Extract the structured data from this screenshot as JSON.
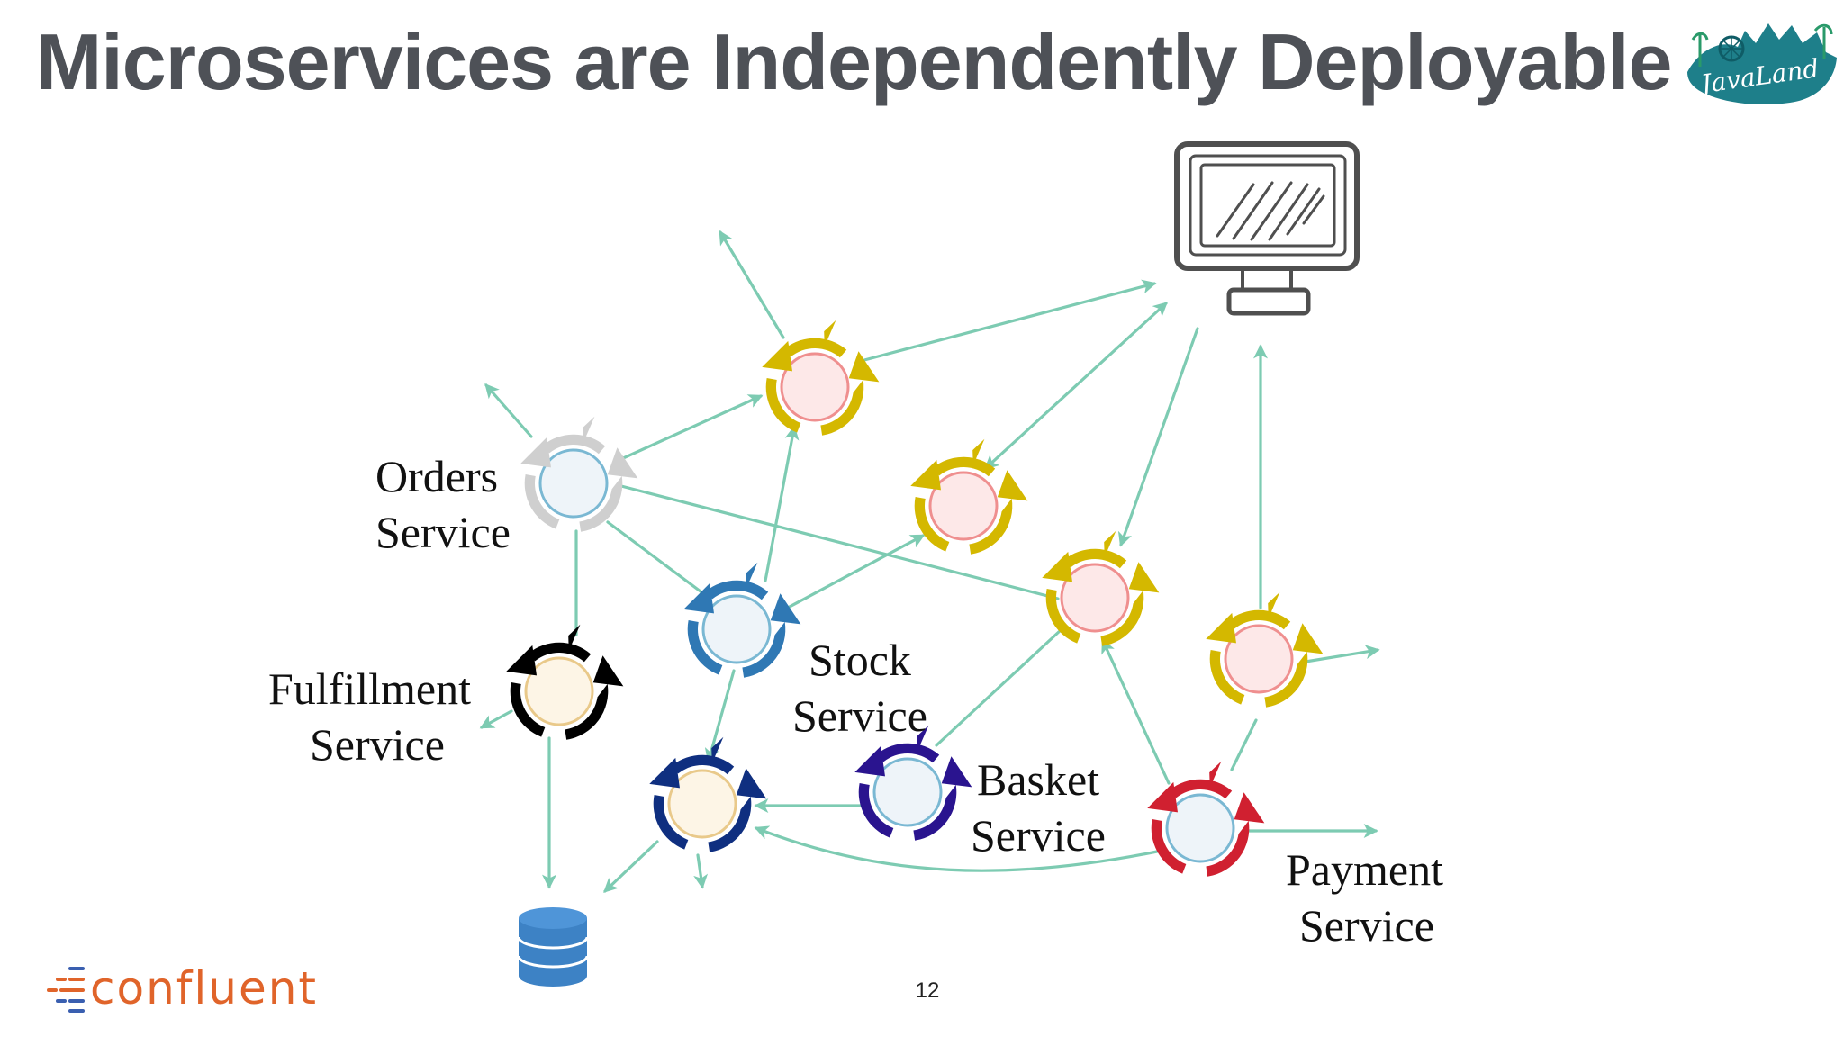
{
  "slide": {
    "title": "Microservices are Independently Deployable",
    "page_number": "12"
  },
  "services": {
    "orders": {
      "line1": "Orders",
      "line2": "Service"
    },
    "fulfillment": {
      "line1": "Fulfillment",
      "line2": "Service"
    },
    "stock": {
      "line1": "Stock",
      "line2": "Service"
    },
    "basket": {
      "line1": "Basket",
      "line2": "Service"
    },
    "payment": {
      "line1": "Payment",
      "line2": "Service"
    }
  },
  "branding": {
    "confluent_text": "confluent",
    "event_logo_text": "JavaLand"
  },
  "icons": {
    "monitor": "monitor-icon",
    "database": "database-icon",
    "service": "cycle-arrows-icon"
  },
  "colors": {
    "title": "#4e5157",
    "connector": "#7dcbb2",
    "orders": "#cfcfcf",
    "other_services": "#d4b800",
    "stock": "#2f78b4",
    "fulfillment": "#000000",
    "basket": "#2a148f",
    "inventory": "#0f2f80",
    "payment": "#d02030",
    "database": "#3d82c5",
    "confluent": "#e0642a",
    "javaland": "#1e7f8a"
  }
}
